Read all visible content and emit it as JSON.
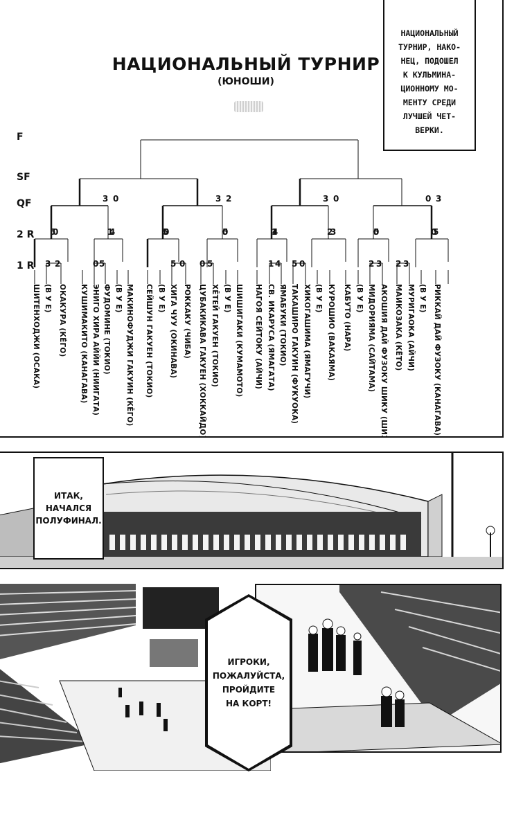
{
  "bracket": {
    "title": "НАЦИОНАЛЬНЫЙ ТУРНИР",
    "subtitle": "(ЮНОШИ)",
    "caption_lines": [
      "НАЦИОНАЛЬНЫЙ",
      "ТУРНИР, НАКО-",
      "НЕЦ, ПОДОШЕЛ",
      "К КУЛЬМИНА-",
      "ЦИОННОМУ МО-",
      "МЕНТУ СРЕДИ",
      "ЛУЧШЕЙ ЧЕТ-",
      "ВЕРКИ."
    ],
    "rounds": [
      "F",
      "SF",
      "QF",
      "2 R",
      "1 R"
    ],
    "teams": [
      "ШИТЕНХОДЖИ (ОСАКА)",
      "(В У Е)",
      "ОКАКУРА (КЁГО)",
      "КУШИМАКИТО (КАНАГАВА)",
      "ЭНИГО ХИРА АЙЙИ (НИИГАТА)",
      "ФУДОМИНЕ (ТОКИО)",
      "(В У Е)",
      "МАКИНОФУДЖИ ГАКУИН (КЁГО)",
      "СЕЙШУН ГАКУЕН (ТОКИО)",
      "(В У Е)",
      "ХИГА ЧУУ (ОКИНАВА)",
      "РОККАКУ (ЧИБА)",
      "ЦУБАКИКАВА ГАКУЕН (ХОККАЙДО)",
      "ХЁТЕЙ ГАКУЕН (ТОКИО)",
      "(В У Е)",
      "ШИШИГАКИ (КУМАМОТО)",
      "НАГОЯ СЕЙТОКУ (АЙЧИ)",
      "СВ. ИКАРУСА (ЯМАГАТА)",
      "ЯМАБУКИ (ТОКИО)",
      "ТАКАШИРО ГАКУИН (ФУКУОКА)",
      "ХИКОГАШИМА (ЯМАГУЧИ)",
      "(В У Е)",
      "КУРОШИО (ВАКАЯМА)",
      "КАБУТО (НАРА)",
      "(В У Е)",
      "МИДОРИЯМА (САЙТАМА)",
      "АКОШИЯ ДАЙ ФУЗОКУ ШИКУ (ШИЗУОКА)",
      "МАИКОЗАКА (КЁТО)",
      "МУРИГАОКА (АЙЧИ)",
      "(В У Е)",
      "РИККАЙ ДАЙ ФУЗОКУ (КАНАГАВА)"
    ],
    "scores": {
      "r1": [
        [
          "3",
          "2"
        ],
        [
          "0",
          "5"
        ],
        [
          "5",
          "0"
        ],
        [
          "0",
          "5"
        ],
        [
          "1",
          "4"
        ],
        [
          "5",
          "0"
        ],
        [
          "2",
          "3"
        ],
        [
          "2",
          "3"
        ]
      ],
      "r2": [
        [
          "5",
          "0"
        ],
        [
          "4",
          "1"
        ],
        [
          "5",
          "0"
        ],
        [
          "5",
          "0"
        ],
        [
          "4",
          "1"
        ],
        [
          "2",
          "3"
        ],
        [
          "5",
          "0"
        ],
        [
          "0",
          "5"
        ]
      ],
      "qf": [
        [
          "3",
          "0"
        ],
        [
          "3",
          "2"
        ],
        [
          "3",
          "0"
        ],
        [
          "0",
          "3"
        ]
      ]
    }
  },
  "stadium": {
    "speech_lines": [
      "ИТАК,",
      "НАЧАЛСЯ",
      "ПОЛУФИНАЛ."
    ]
  },
  "arena": {
    "speech_lines": [
      "ИГРОКИ,",
      "ПОЖАЛУЙСТА,",
      "ПРОЙДИТЕ",
      "НА КОРТ!"
    ]
  }
}
